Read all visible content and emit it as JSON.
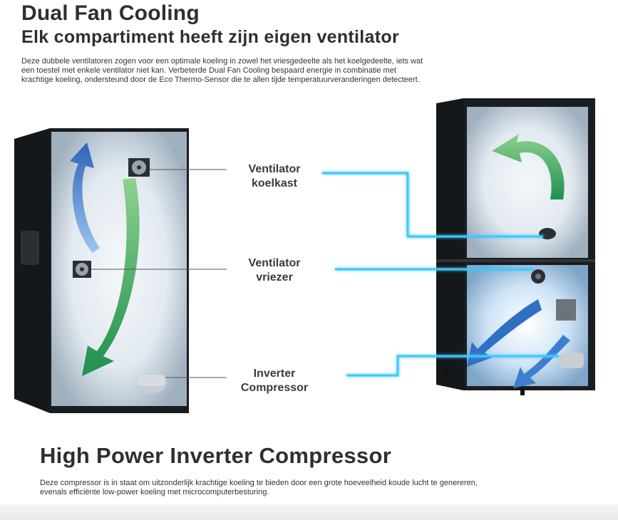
{
  "title": "Dual Fan Cooling",
  "subtitle": "Elk compartiment heeft zijn eigen ventilator",
  "intro": "Deze dubbele ventilatoren zogen voor een optimale koeling in zowel het vriesgedeelte als het koelgedeelte, iets wat een toestel met enkele ventilator niet kan. Verbeterde Dual Fan Cooling bespaard energie in combinatie met krachtige koeling, ondersteund door de Eco Thermo-Sensor die te allen tijde temperatuurveranderingen detecteert.",
  "labels": {
    "fan_fridge_1": "Ventilator",
    "fan_fridge_2": "koelkast",
    "fan_freezer_1": "Ventilator",
    "fan_freezer_2": "vriezer",
    "compressor_1": "Inverter",
    "compressor_2": "Compressor"
  },
  "section2_title": "High Power Inverter Compressor",
  "section2_text": "Deze compressor is in staat om uitzonderlijk krachtige koeling te bieden door een grote hoeveelheid koude lucht te genereren, evenals efficiënte low-power koeling met microcomputerbesturing.",
  "colors": {
    "heading": "#2f2f2f",
    "fridge_body": "#1a1d20",
    "airflow_blue": "#2f6fc4",
    "airflow_green": "#1f8f4e",
    "cyan_line": "#3fc6ff"
  },
  "icons": [
    "fan-icon",
    "compressor-icon",
    "airflow-arrow-icon"
  ]
}
